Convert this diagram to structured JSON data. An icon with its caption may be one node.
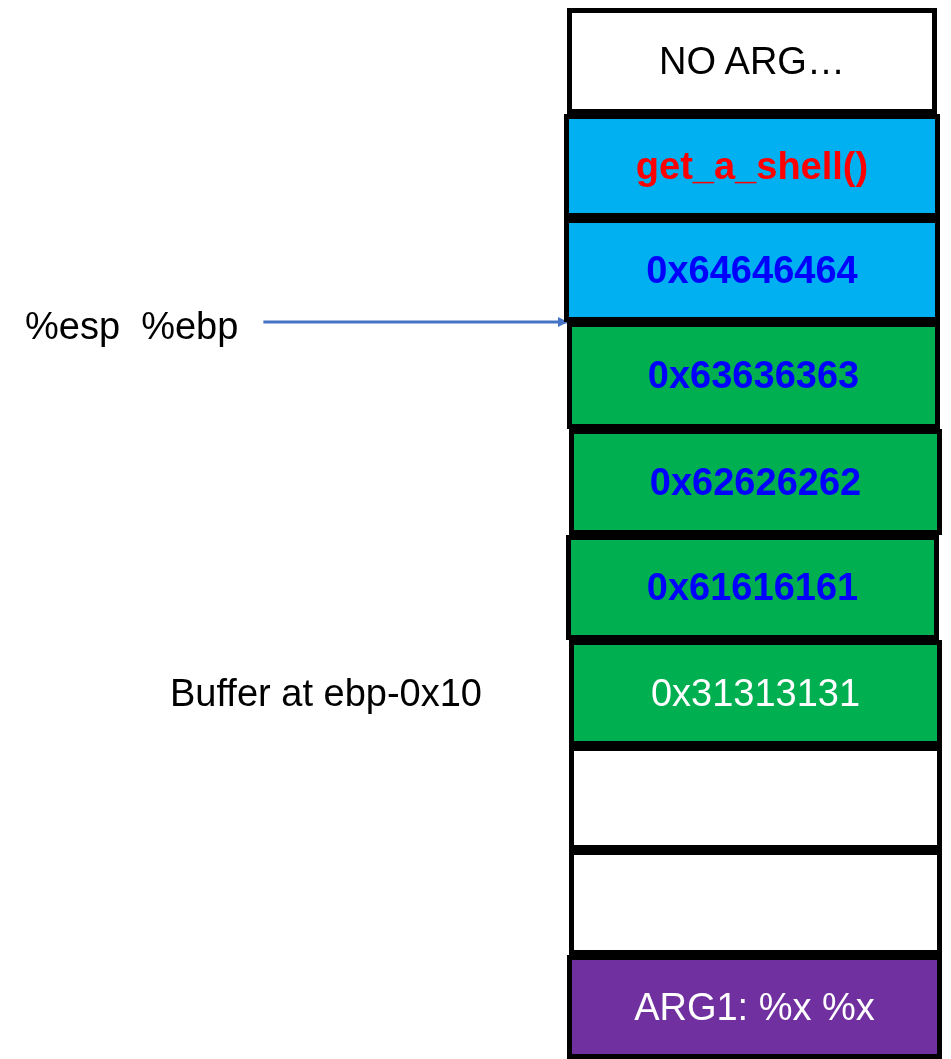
{
  "diagram": {
    "nodes": [
      {
        "text": [
          "NO ARG…"
        ]
      },
      {
        "text": [
          "get_a_shell()"
        ]
      },
      {
        "text": [
          "0x64646464"
        ]
      },
      {
        "text": [
          "%esp  %ebp"
        ]
      },
      {
        "text": [
          "0x63636363"
        ]
      },
      {
        "text": [
          "0x62626262"
        ]
      },
      {
        "text": [
          "0x61616161"
        ]
      },
      {
        "text": [
          "0x31313131"
        ],
        "beside": [
          "Buffer at ebp-0x10"
        ]
      },
      {
        "text": [],
        "shape": "box"
      },
      {
        "text": [],
        "shape": "box"
      },
      {
        "text": [
          "ARG1: %x %x"
        ]
      }
    ],
    "edges": [
      {
        "from": 3,
        "to": 4,
        "arrow": "to"
      }
    ]
  }
}
